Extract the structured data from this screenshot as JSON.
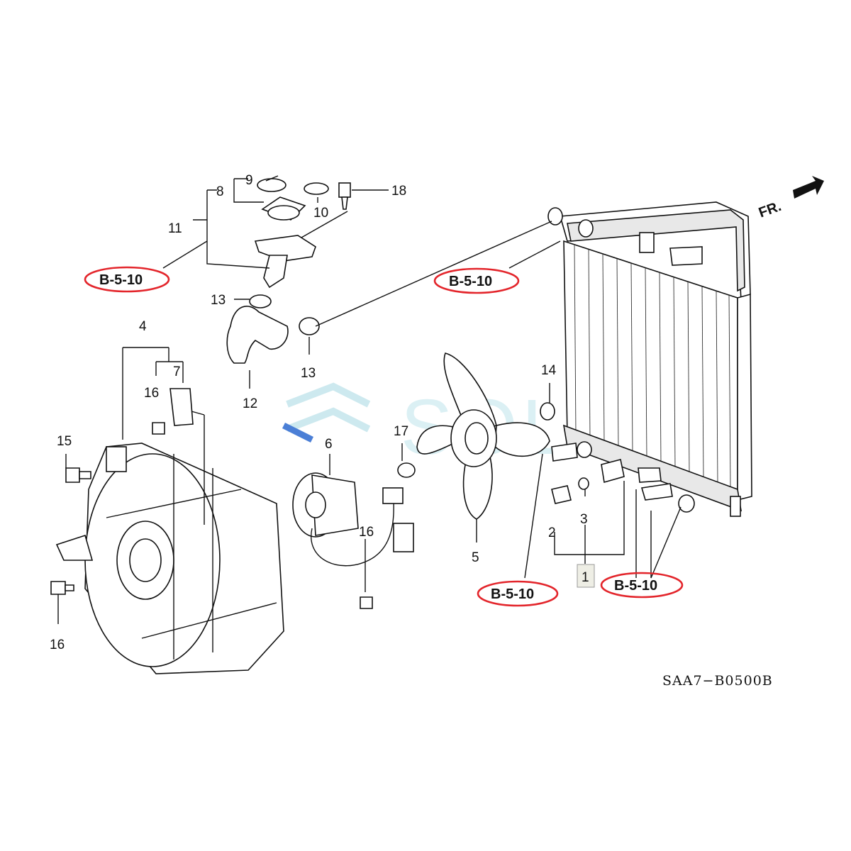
{
  "callouts": {
    "c1": "1",
    "c2": "2",
    "c3": "3",
    "c4": "4",
    "c5": "5",
    "c6": "6",
    "c7": "7",
    "c8": "8",
    "c9": "9",
    "c10": "10",
    "c11": "11",
    "c12": "12",
    "c13a": "13",
    "c13b": "13",
    "c14": "14",
    "c15": "15",
    "c16a": "16",
    "c16b": "16",
    "c16c": "16",
    "c17": "17",
    "c18": "18"
  },
  "references": {
    "r1": "B-5-10",
    "r2": "B-5-10",
    "r3": "B-5-10",
    "r4": "B-5-10"
  },
  "direction": {
    "label": "FR."
  },
  "diagram_code": "SAA7−B0500B",
  "watermark": "SOL",
  "colors": {
    "highlight": "#e3252b",
    "line": "#111111",
    "watermark": "#bfe4ec"
  }
}
